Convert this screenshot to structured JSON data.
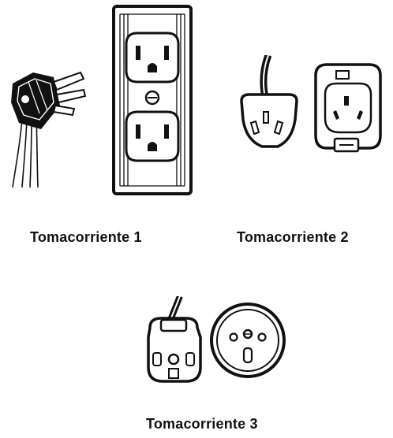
{
  "captions": {
    "outlet_1": "Tomacorriente 1",
    "outlet_2": "Tomacorriente 2",
    "outlet_3": "Tomacorriente 3"
  },
  "colors": {
    "ink": "#111111",
    "background": "#ffffff"
  },
  "figures": [
    {
      "id": "outlet_1",
      "items": [
        "three-prong-plug-icon",
        "duplex-wall-outlet-icon"
      ]
    },
    {
      "id": "outlet_2",
      "items": [
        "angled-pin-plug-icon",
        "angled-slot-socket-icon"
      ]
    },
    {
      "id": "outlet_3",
      "items": [
        "schuko-plug-icon",
        "round-earth-pin-socket-icon"
      ]
    }
  ]
}
